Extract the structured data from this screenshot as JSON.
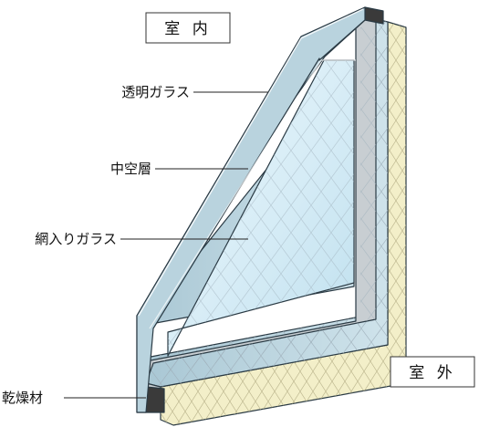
{
  "diagram": {
    "labels": {
      "indoor": "室 内",
      "outdoor": "室 外",
      "clear_glass": "透明ガラス",
      "air_layer": "中空層",
      "wired_glass": "網入りガラス",
      "desiccant": "乾燥材"
    },
    "colors": {
      "glass_edge": "#b9d3de",
      "glass_face": "#d6ecf6",
      "glass_face_light": "#eef8fc",
      "spacer": "#c8ced2",
      "desiccant": "#3a3a3a",
      "sealant": "#f3efc9",
      "wire_mesh": "#9fb0bb",
      "outline": "#2a3a44"
    }
  }
}
